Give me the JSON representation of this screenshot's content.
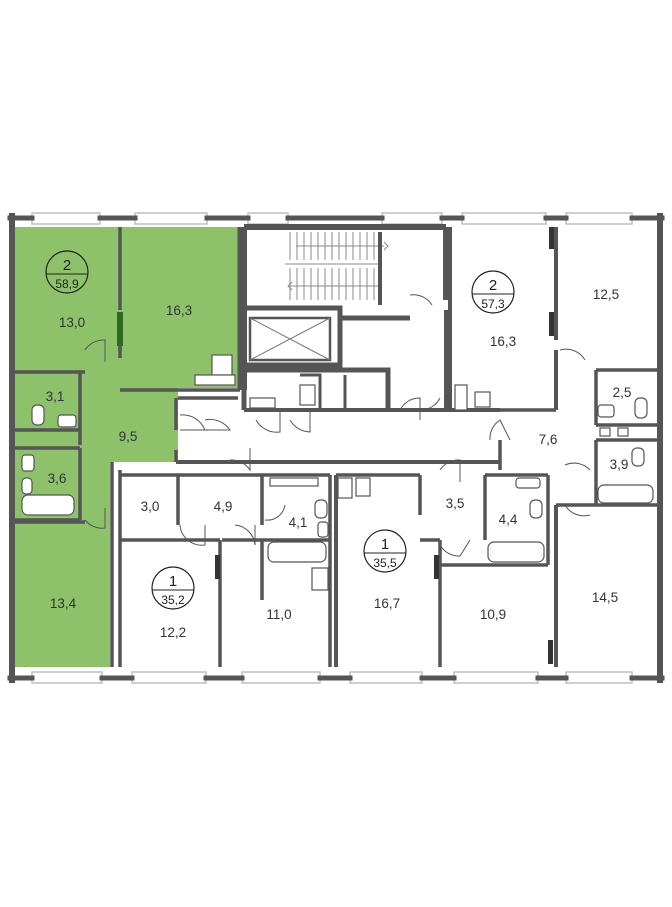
{
  "colors": {
    "highlight": "#8dc26a",
    "wall": "#555555",
    "window": "#c8c8c8",
    "fixture": "#666666"
  },
  "apartments": [
    {
      "id": "apt-left-2",
      "rooms": "2",
      "area": "58,9",
      "highlighted": true
    },
    {
      "id": "apt-right-2",
      "rooms": "2",
      "area": "57,3",
      "highlighted": false
    },
    {
      "id": "apt-bottom-left-1",
      "rooms": "1",
      "area": "35,2",
      "highlighted": false
    },
    {
      "id": "apt-bottom-center-1",
      "rooms": "1",
      "area": "35,5",
      "highlighted": false
    }
  ],
  "rooms": {
    "green_living": "13,0",
    "green_bedroom": "16,3",
    "green_wc": "3,1",
    "green_hall": "9,5",
    "green_bath": "3,6",
    "green_kitchen": "13,4",
    "right_room_top": "16,3",
    "right_room_far": "12,5",
    "right_wc": "2,5",
    "right_hall": "7,6",
    "right_bath": "3,9",
    "right_room_bottom": "14,5",
    "bl_hall_a": "3,0",
    "bl_hall_b": "4,9",
    "bl_bath": "4,1",
    "bl_room_a": "12,2",
    "bl_room_b": "11,0",
    "bc_hall": "3,5",
    "bc_bath": "4,4",
    "bc_room_a": "16,7",
    "bc_room_b": "10,9"
  }
}
